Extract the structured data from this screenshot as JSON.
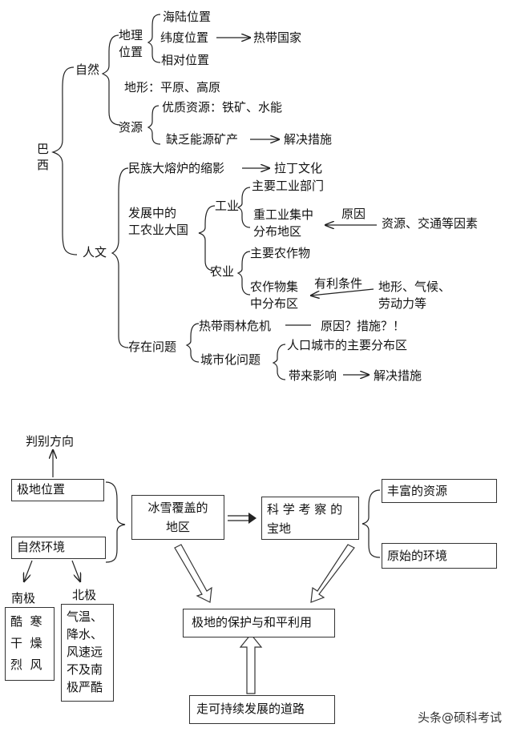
{
  "brazil": {
    "title": "巴\n西",
    "nature": {
      "label": "自然",
      "geo_pos": {
        "label": "地理\n位置",
        "items": [
          "海陆位置",
          "纬度位置",
          "相对位置"
        ],
        "result": "热带国家"
      },
      "terrain": "地形：平原、高原",
      "resources": {
        "label": "资源",
        "quality": "优质资源：铁矿、水能",
        "lack": "缺乏能源矿产",
        "measure": "解决措施"
      }
    },
    "humanity": {
      "label": "人文",
      "melting": "民族大熔炉的缩影",
      "latin": "拉丁文化",
      "developing": "发展中的\n工农业大国",
      "industry": {
        "label": "工业",
        "main": "主要工业部门",
        "heavy": "重工业集中\n分布地区",
        "reason_label": "原因",
        "reason": "资源、交通等因素"
      },
      "agriculture": {
        "label": "农业",
        "main": "主要农作物",
        "crops": "农作物集\n中分布区",
        "condition_label": "有利条件",
        "condition": "地形、气候、\n劳动力等"
      },
      "problems": {
        "label": "存在问题",
        "rainforest": "热带雨林危机",
        "rainforest_q": "原因？措施？！",
        "urban": "城市化问题",
        "urban_dist": "人口城市的主要分布区",
        "urban_effect": "带来影响",
        "urban_measure": "解决措施"
      }
    }
  },
  "polar": {
    "direction": "判别方向",
    "position": "极地位置",
    "environment": "自然环境",
    "ice": "冰雪覆盖的\n地区",
    "science": "科 学 考 察 的\n宝地",
    "rich": "丰富的资源",
    "pristine": "原始的环境",
    "south": {
      "label": "南极",
      "text": "酷  寒\n干  燥\n烈  风"
    },
    "north": {
      "label": "北极",
      "text": "气温、\n降水、\n风速远\n不及南\n极严酷"
    },
    "protect": "极地的保护与和平利用",
    "sustainable": "走可持续发展的道路"
  },
  "watermark": "头条@硕科考试"
}
